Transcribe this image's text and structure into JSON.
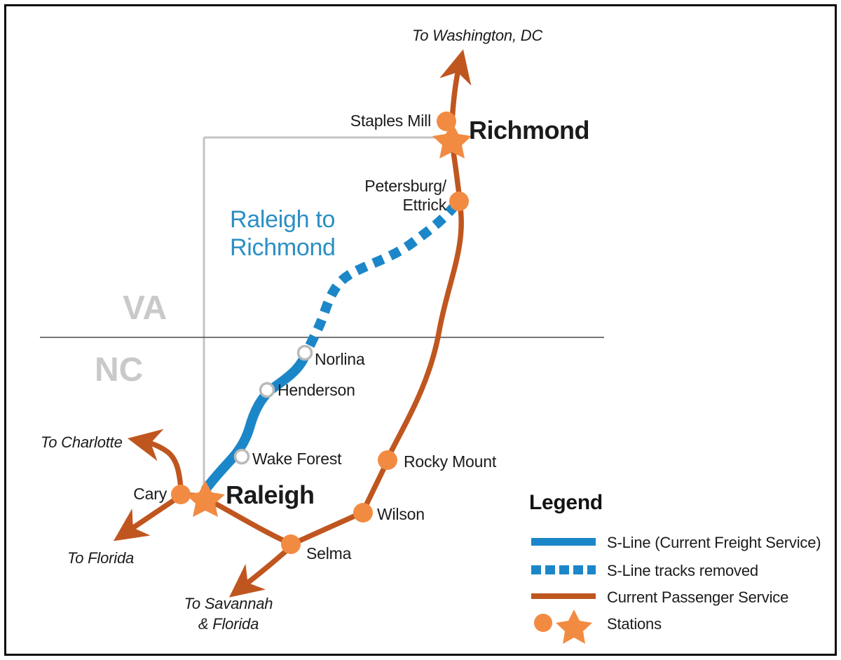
{
  "map": {
    "title_corridor": "Raleigh to\nRichmond",
    "states": [
      {
        "name": "virginia",
        "label": "VA"
      },
      {
        "name": "north-carolina",
        "label": "NC"
      }
    ],
    "destinations": [
      {
        "name": "to-washington-dc",
        "label": "To Washington, DC"
      },
      {
        "name": "to-charlotte",
        "label": "To Charlotte"
      },
      {
        "name": "to-florida",
        "label": "To Florida"
      },
      {
        "name": "to-savannah-florida",
        "label": "To Savannah\n& Florida"
      }
    ],
    "cities_major": [
      {
        "name": "richmond",
        "label": "Richmond"
      },
      {
        "name": "raleigh",
        "label": "Raleigh"
      }
    ],
    "stations": [
      {
        "name": "staples-mill",
        "label": "Staples Mill",
        "type": "passenger-dot"
      },
      {
        "name": "petersburg-ettrick",
        "label": "Petersburg/\nEttrick",
        "type": "passenger-dot"
      },
      {
        "name": "norlina",
        "label": "Norlina",
        "type": "sline-dot"
      },
      {
        "name": "henderson",
        "label": "Henderson",
        "type": "sline-dot"
      },
      {
        "name": "wake-forest",
        "label": "Wake Forest",
        "type": "sline-dot"
      },
      {
        "name": "rocky-mount",
        "label": "Rocky Mount",
        "type": "passenger-dot"
      },
      {
        "name": "wilson",
        "label": "Wilson",
        "type": "passenger-dot"
      },
      {
        "name": "selma",
        "label": "Selma",
        "type": "passenger-dot"
      },
      {
        "name": "cary",
        "label": "Cary",
        "type": "passenger-dot"
      }
    ]
  },
  "legend": {
    "title": "Legend",
    "items": [
      {
        "name": "legend-sline-freight",
        "label": "S-Line (Current Freight Service)",
        "swatch": "solid-blue-line",
        "color": "#1c87c8"
      },
      {
        "name": "legend-sline-removed",
        "label": "S-Line tracks removed",
        "swatch": "dashed-blue-line",
        "color": "#1c87c8"
      },
      {
        "name": "legend-current-passenger",
        "label": "Current Passenger Service",
        "swatch": "solid-brown-line",
        "color": "#c0561f"
      },
      {
        "name": "legend-stations",
        "label": "Stations",
        "swatch": "dot-and-star",
        "color": "#f08a3c"
      }
    ]
  },
  "colors": {
    "sline_blue": "#1c87c8",
    "passenger_brown": "#c0561f",
    "station_orange": "#f28b42",
    "state_gray": "#c9c9c9",
    "corridor_blue": "#2b8fc4",
    "border_line": "#4a4a4a",
    "guide_gray": "#c4c4c4"
  }
}
